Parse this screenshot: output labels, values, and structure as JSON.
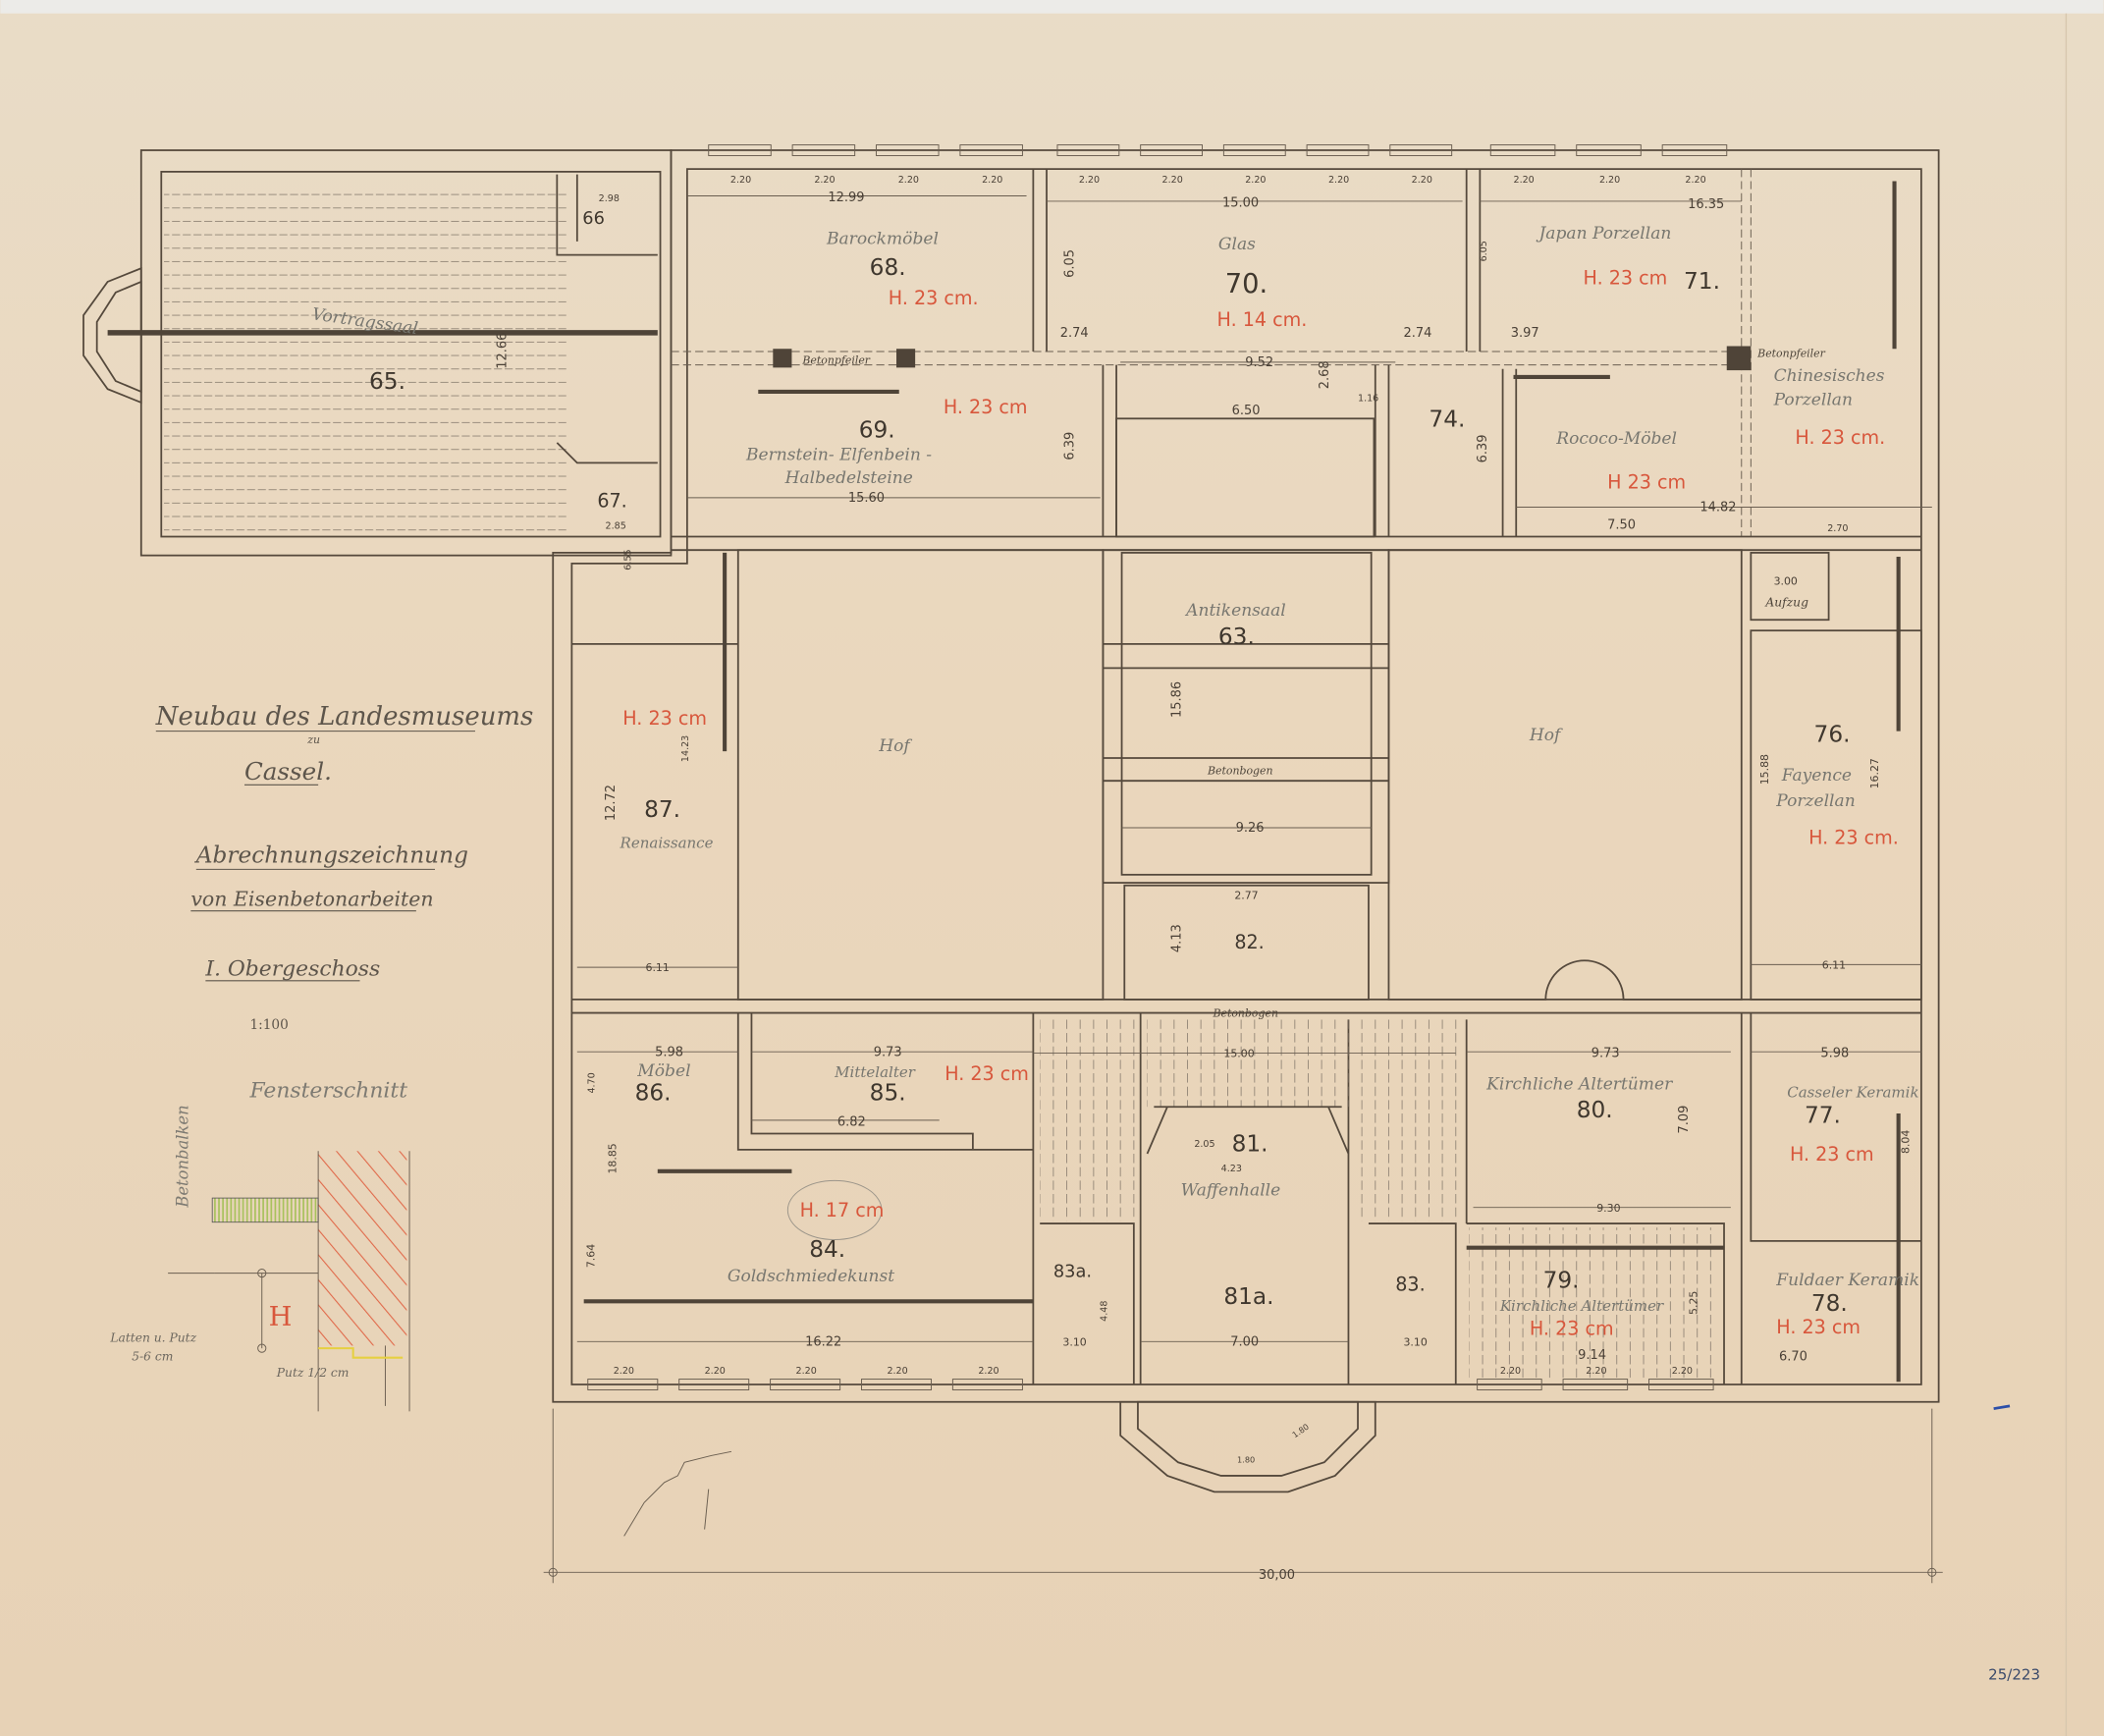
{
  "title_block": {
    "line1": "Neubau des Landesmuseums",
    "line_zu": "zu",
    "line2": "Cassel.",
    "line3": "Abrechnungszeichnung",
    "line4": "von Eisenbetonarbeiten",
    "line5": "I. Obergeschoss",
    "scale": "1:100"
  },
  "detail": {
    "title": "Fensterschnitt",
    "beam_label": "Betonbalken",
    "lath_label": "Latten u. Putz",
    "lath_size": "5-6 cm",
    "plaster_label": "Putz 1/2 cm",
    "height_mark": "H",
    "colors": {
      "masonry": "#e0694a",
      "concrete": "#a6c15a",
      "plaster": "#e6d040"
    }
  },
  "rooms": [
    {
      "number": "65.",
      "name": "Vortragssaal"
    },
    {
      "number": "66"
    },
    {
      "number": "67.",
      "dim": "2.85"
    },
    {
      "number": "68.",
      "name": "Barockmöbel",
      "slab": "H. 23 cm."
    },
    {
      "number": "69.",
      "name": "Bernstein- Elfenbein -",
      "name2": "Halbedelsteine",
      "slab": "H. 23 cm"
    },
    {
      "number": "70.",
      "name": "Glas",
      "slab": "H. 14 cm."
    },
    {
      "number": "71.",
      "name": "Japan Porzellan",
      "slab": "H. 23 cm"
    },
    {
      "name": "Chinesisches",
      "name2": "Porzellan",
      "slab": "H. 23 cm."
    },
    {
      "number": "74."
    },
    {
      "name": "Rococo-Möbel",
      "slab": "H 23 cm"
    },
    {
      "number": "63.",
      "name": "Antikensaal"
    },
    {
      "name": "Hof"
    },
    {
      "name": "Hof"
    },
    {
      "number": "76.",
      "name": "Fayence",
      "name2": "Porzellan",
      "slab": "H. 23 cm."
    },
    {
      "number": "87.",
      "name": "Renaissance",
      "slab": "H. 23 cm"
    },
    {
      "number": "82."
    },
    {
      "number": "86.",
      "name": "Möbel"
    },
    {
      "number": "85.",
      "name": "Mittelalter",
      "slab": "H. 23 cm"
    },
    {
      "number": "80.",
      "name": "Kirchliche Altertümer"
    },
    {
      "number": "77.",
      "name": "Casseler Keramik",
      "slab": "H. 23 cm"
    },
    {
      "number": "81.",
      "name": "Waffenhalle"
    },
    {
      "number": "84.",
      "name": "Goldschmiedekunst",
      "slab": "H. 17 cm"
    },
    {
      "number": "83a."
    },
    {
      "number": "81a."
    },
    {
      "number": "83."
    },
    {
      "number": "79.",
      "name": "Kirchliche Altertümer",
      "slab": "H. 23 cm"
    },
    {
      "number": "78.",
      "name": "Fuldaer Keramik",
      "slab": "H. 23 cm"
    }
  ],
  "annotations": {
    "pier1": "Betonpfeiler",
    "pier2": "Betonpfeiler",
    "arch1": "Betonbogen",
    "arch2": "Betonbogen",
    "lift": "Aufzug",
    "lift_dim": "3.00"
  },
  "dimensions": {
    "d12_99": "12.99",
    "d15_00": "15.00",
    "d16_35": "16.35",
    "d15_60": "15.60",
    "d9_52": "9.52",
    "d6_50": "6.50",
    "d2_68": "2.68",
    "d1_16": "1.16",
    "d2_74a": "2.74",
    "d2_74b": "2.74",
    "d3_97": "3.97",
    "d14_82": "14.82",
    "d7_50": "7.50",
    "d6_05a": "6.05",
    "d6_05b": "6.05",
    "d6_39a": "6.39",
    "d6_39b": "6.39",
    "d12_66": "12.66",
    "d2_98": "2.98",
    "d6_55": "6.55",
    "d15_86": "15.86",
    "d9_26": "9.26",
    "d12_72": "12.72",
    "d6_11a": "6.11",
    "d6_11b": "6.11",
    "d14_23": "14.23",
    "d15_88": "15.88",
    "d16_27": "16.27",
    "d2_77": "2.77",
    "d4_13": "4.13",
    "d5_98a": "5.98",
    "d9_73a": "9.73",
    "d6_82": "6.82",
    "d15_00b": "15.00",
    "d9_73b": "9.73",
    "d5_98b": "5.98",
    "d7_09": "7.09",
    "d9_30": "9.30",
    "d8_04": "8.04",
    "d18_85": "18.85",
    "d4_70": "4.70",
    "d7_64": "7.64",
    "d16_22": "16.22",
    "d7_00": "7.00",
    "d4_23": "4.23",
    "d2_05": "2.05",
    "d9_14": "9.14",
    "d6_70": "6.70",
    "d5_25": "5.25",
    "d3_10a": "3.10",
    "d3_10b": "3.10",
    "d4_48": "4.48",
    "d1_80a": "1.80",
    "d1_80b": "1.80",
    "d2_70": "2.70",
    "overall": "30,00"
  },
  "window_dim": "2.20",
  "archive_number": "25/223"
}
